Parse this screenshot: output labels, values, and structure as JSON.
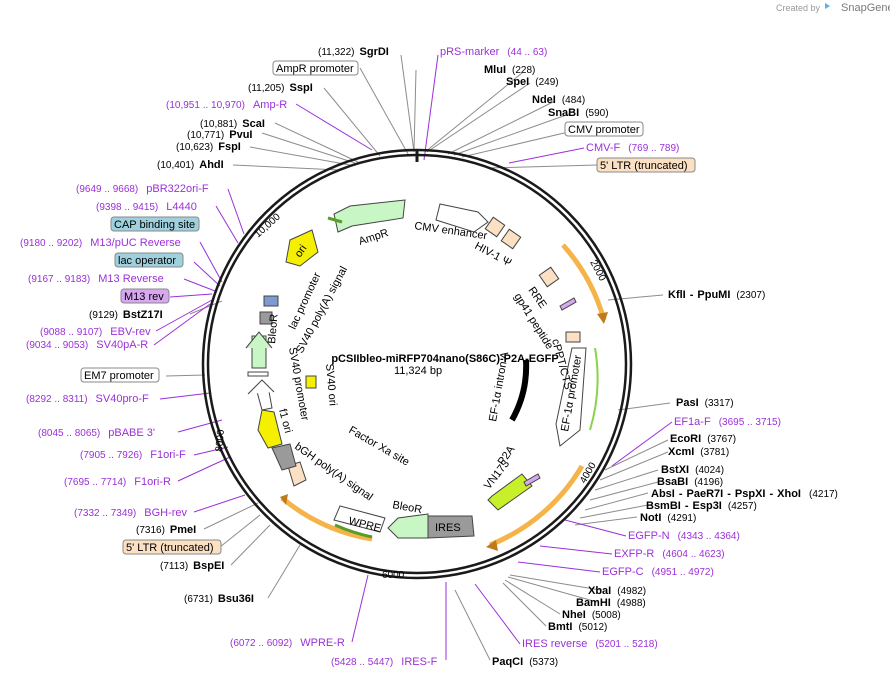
{
  "header": {
    "created_by": "Created by",
    "brand": "SnapGene"
  },
  "plasmid": {
    "name": "pCSIIbleo-miRFP704nano(S86C)-P2A-EGFP",
    "size": "11,324 bp"
  },
  "ticks": [
    "2000",
    "4000",
    "6000",
    "8000",
    "10,000"
  ],
  "enzymes_left": [
    {
      "pos": "(11,322)",
      "name": "SgrDI"
    },
    {
      "pos": "(11,205)",
      "name": "SspI"
    },
    {
      "pos": "(10,881)",
      "name": "ScaI"
    },
    {
      "pos": "(10,771)",
      "name": "PvuI"
    },
    {
      "pos": "(10,623)",
      "name": "FspI"
    },
    {
      "pos": "(10,401)",
      "name": "AhdI"
    },
    {
      "pos": "(9129)",
      "name": "BstZ17I"
    },
    {
      "pos": "(7316)",
      "name": "PmeI"
    },
    {
      "pos": "(7113)",
      "name": "BspEI"
    },
    {
      "pos": "(6731)",
      "name": "Bsu36I"
    }
  ],
  "enzymes_right": [
    {
      "name": "MluI",
      "pos": "(228)"
    },
    {
      "name": "SpeI",
      "pos": "(249)"
    },
    {
      "name": "NdeI",
      "pos": "(484)"
    },
    {
      "name": "SnaBI",
      "pos": "(590)"
    },
    {
      "name": "KflI",
      "sep": "-",
      "name2": "PpuMI",
      "pos": "(2307)"
    },
    {
      "name": "PasI",
      "pos": "(3317)"
    },
    {
      "name": "EcoRI",
      "pos": "(3767)"
    },
    {
      "name": "XcmI",
      "pos": "(3781)"
    },
    {
      "name": "BstXI",
      "pos": "(4024)"
    },
    {
      "name": "BsaBI",
      "pos": "(4196)"
    },
    {
      "name": "AbsI",
      "sep": "-",
      "name2": "PaeR7I",
      "sep2": "-",
      "name3": "PspXI",
      "sep3": "-",
      "name4": "XhoI",
      "pos": "(4217)"
    },
    {
      "name": "BsmBI",
      "sep": "-",
      "name2": "Esp3I",
      "pos": "(4257)"
    },
    {
      "name": "NotI",
      "pos": "(4291)"
    },
    {
      "name": "XbaI",
      "pos": "(4982)"
    },
    {
      "name": "BamHI",
      "pos": "(4988)"
    },
    {
      "name": "NheI",
      "pos": "(5008)"
    },
    {
      "name": "BmtI",
      "pos": "(5012)"
    },
    {
      "name": "PaqCI",
      "pos": "(5373)"
    }
  ],
  "primers": [
    {
      "name": "pRS-marker",
      "range": "(44 .. 63)"
    },
    {
      "name": "CMV-F",
      "range": "(769 .. 789)"
    },
    {
      "name": "EF1a-F",
      "range": "(3695 .. 3715)"
    },
    {
      "name": "EGFP-N",
      "range": "(4343 .. 4364)"
    },
    {
      "name": "EXFP-R",
      "range": "(4604 .. 4623)"
    },
    {
      "name": "EGFP-C",
      "range": "(4951 .. 4972)"
    },
    {
      "name": "IRES reverse",
      "range": "(5201 .. 5218)"
    },
    {
      "name": "IRES-F",
      "range": "(5428 .. 5447)"
    },
    {
      "name": "WPRE-R",
      "range": "(6072 .. 6092)"
    },
    {
      "name": "BGH-rev",
      "range": "(7332 .. 7349)"
    },
    {
      "name": "F1ori-R",
      "range": "(7695 .. 7714)"
    },
    {
      "name": "F1ori-F",
      "range": "(7905 .. 7926)"
    },
    {
      "name": "pBABE 3'",
      "range": "(8045 .. 8065)"
    },
    {
      "name": "SV40pro-F",
      "range": "(8292 .. 8311)"
    },
    {
      "name": "SV40pA-R",
      "range": "(9034 .. 9053)"
    },
    {
      "name": "EBV-rev",
      "range": "(9088 .. 9107)"
    },
    {
      "name": "M13 Reverse",
      "range": "(9167 .. 9183)"
    },
    {
      "name": "M13/pUC Reverse",
      "range": "(9180 .. 9202)"
    },
    {
      "name": "L4440",
      "range": "(9398 .. 9415)"
    },
    {
      "name": "pBR322ori-F",
      "range": "(9649 .. 9668)"
    },
    {
      "name": "Amp-R",
      "range": "(10,951 .. 10,970)"
    }
  ],
  "boxed_labels": [
    {
      "text": "AmpR promoter",
      "fill": "#ffffff"
    },
    {
      "text": "CMV promoter",
      "fill": "#ffffff"
    },
    {
      "text": "5' LTR (truncated)",
      "fill": "#fbe0c4"
    },
    {
      "text": "CAP binding site",
      "fill": "#9fd0dd"
    },
    {
      "text": "lac operator",
      "fill": "#9fd0dd"
    },
    {
      "text": "M13 rev",
      "fill": "#d7a8f0"
    },
    {
      "text": "EM7 promoter",
      "fill": "#ffffff"
    },
    {
      "text": "5' LTR (truncated)",
      "fill": "#fbe0c4"
    }
  ],
  "features": {
    "ampr": "AmpR",
    "cmv_enhancer": "CMV enhancer",
    "hiv_psi": "HIV-1 Ψ",
    "rre": "RRE",
    "gp41": "gp41 peptide",
    "cppt": "cPPT/CTS",
    "ef1a_intron": "EF-1α intron A",
    "ef1a_promoter": "EF-1α promoter",
    "p2a": "P2A",
    "vn173": "VN173",
    "ires": "IRES",
    "bleor1": "BleoR",
    "wpre": "WPRE",
    "factor_xa": "Factor Xa site",
    "bgh": "bGH poly(A) signal",
    "f1ori": "f1 ori",
    "sv40_promoter": "SV40 promoter",
    "bleor2": "BleoR",
    "sv40_ori": "SV40 ori",
    "lac_promoter": "lac promoter",
    "sv40_polya": "SV40 poly(A) signal",
    "ori": "ori"
  },
  "colors": {
    "backbone": "#1a1a1a",
    "enzyme_line": "#8c8c8c",
    "primer": "#9b30d9",
    "orange_arrow": "#f5b44a",
    "green_light": "#c8f7c5",
    "green_dark": "#5a9b2b",
    "yellow": "#f5f000",
    "ltr_fill": "#fbe0c4",
    "gray": "#9a9a9a"
  }
}
